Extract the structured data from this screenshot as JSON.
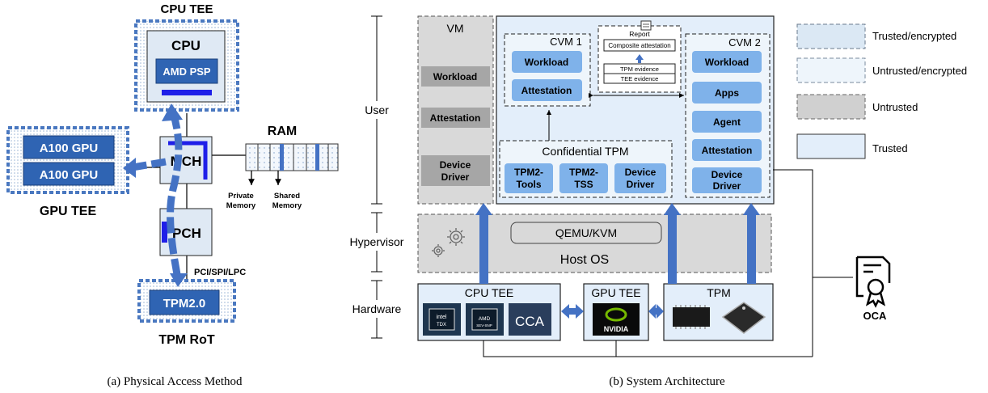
{
  "panel_a": {
    "caption": "(a) Physical Access Method",
    "cpu_tee_title": "CPU TEE",
    "cpu_label": "CPU",
    "amd_psp": "AMD PSP",
    "mch": "MCH",
    "pch": "PCH",
    "ram": "RAM",
    "private_memory": [
      "Private",
      "Memory"
    ],
    "shared_memory": [
      "Shared",
      "Memory"
    ],
    "gpu1": "A100 GPU",
    "gpu2": "A100 GPU",
    "gpu_tee_title": "GPU TEE",
    "bus_label": "PCI/SPI/LPC",
    "tpm": "TPM2.0",
    "tpm_rot_title": "TPM RoT"
  },
  "panel_b": {
    "caption": "(b) System Architecture",
    "layers": {
      "user": "User",
      "hypervisor": "Hypervisor",
      "hardware": "Hardware"
    },
    "vm": {
      "title": "VM",
      "workload": "Workload",
      "attestation": "Attestation",
      "device_driver": [
        "Device",
        "Driver"
      ]
    },
    "cvm1": {
      "title": "CVM 1",
      "workload": "Workload",
      "attestation": "Attestation"
    },
    "report": {
      "title": "Report",
      "composite": "Composite  attestation",
      "tpm_evidence": "TPM evidence",
      "tee_evidence": "TEE evidence"
    },
    "ctpm": {
      "title": "Confidential TPM",
      "tools": [
        "TPM2-",
        "Tools"
      ],
      "tss": [
        "TPM2-",
        "TSS"
      ],
      "driver": [
        "Device",
        "Driver"
      ]
    },
    "cvm2": {
      "title": "CVM 2",
      "workload": "Workload",
      "apps": "Apps",
      "agent": "Agent",
      "attestation": "Attestation",
      "driver": [
        "Device",
        "Driver"
      ]
    },
    "hypervisor": {
      "qemu": "QEMU/KVM",
      "host_os": "Host OS"
    },
    "hardware": {
      "cpu_tee": "CPU TEE",
      "gpu_tee": "GPU TEE",
      "tpm": "TPM",
      "chip_intel": [
        "intel",
        "TDX"
      ],
      "chip_amd": [
        "AMD",
        "SEV-SNP"
      ],
      "chip_cca": "CCA",
      "nvidia": "NVIDIA"
    },
    "oca": "OCA"
  },
  "legend": [
    {
      "label": "Trusted/encrypted",
      "fill": "#dbe8f4",
      "border": "#6a7a8c",
      "dash": true
    },
    {
      "label": "Untrusted/encrypted",
      "fill": "#eef5fb",
      "border": "#7a8a9c",
      "dash": true
    },
    {
      "label": "Untrusted",
      "fill": "#d0d0d0",
      "border": "#666666",
      "dash": true
    },
    {
      "label": "Trusted",
      "fill": "#e3eefa",
      "border": "#333333",
      "dash": false
    }
  ],
  "colors": {
    "accent_blue": "#4472c4",
    "dark_blue": "#2e5fa8",
    "cvm_blue": "#7fb2ea",
    "gray_box": "#a6a6a6",
    "light_bg": "#eaf3fb"
  }
}
